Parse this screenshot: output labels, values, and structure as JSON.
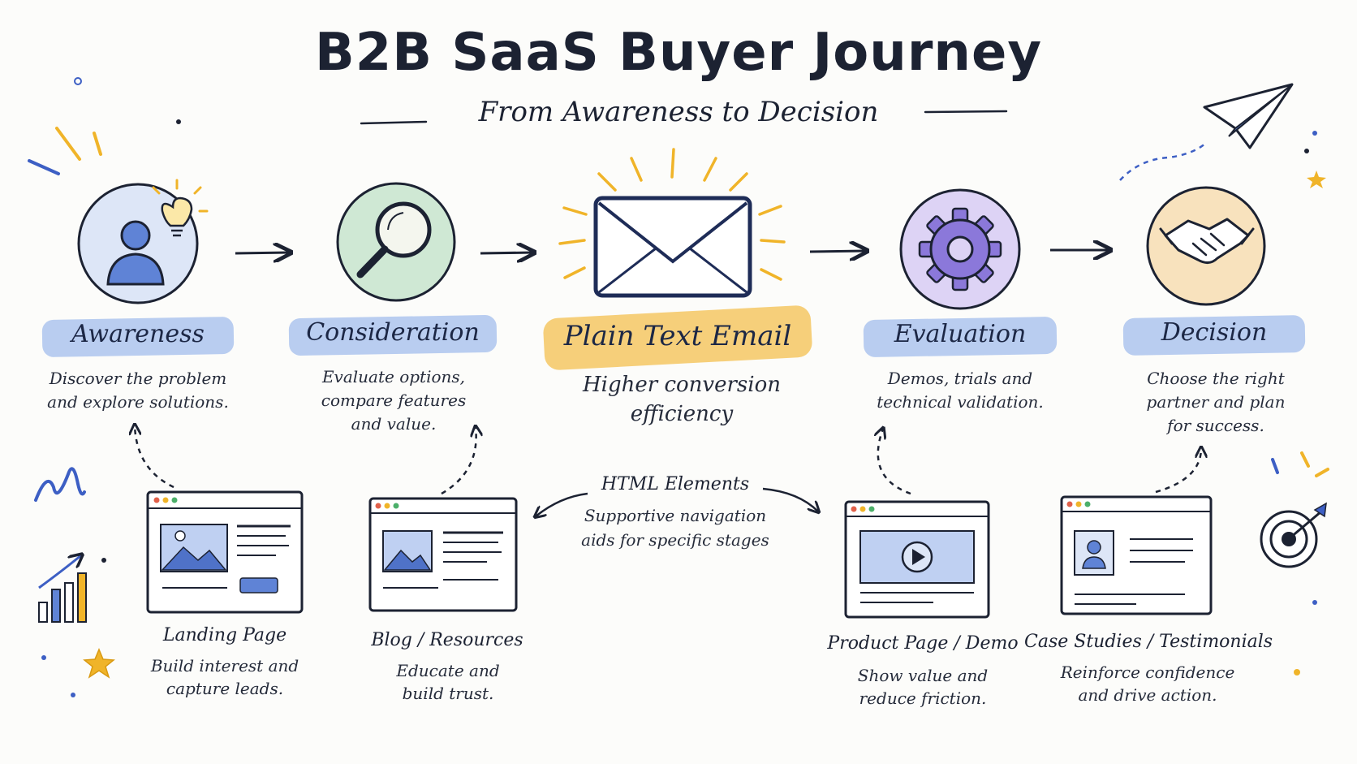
{
  "title": "B2B SaaS Buyer Journey",
  "subtitle": "From Awareness to Decision",
  "stages": [
    {
      "label": "Awareness",
      "desc": "Discover the problem and explore solutions."
    },
    {
      "label": "Consideration",
      "desc": "Evaluate options, compare features and value."
    },
    {
      "label": "Plain Text Email",
      "desc": "Higher conversion efficiency"
    },
    {
      "label": "Evaluation",
      "desc": "Demos, trials and technical validation."
    },
    {
      "label": "Decision",
      "desc": "Choose the right partner and plan for success."
    }
  ],
  "html_note": {
    "title": "HTML Elements",
    "desc": "Supportive navigation aids for specific stages"
  },
  "pages": [
    {
      "title": "Landing Page",
      "desc": "Build interest and capture leads."
    },
    {
      "title": "Blog / Resources",
      "desc": "Educate and build trust."
    },
    {
      "title": "Product Page / Demo",
      "desc": "Show value and reduce friction."
    },
    {
      "title": "Case Studies / Testimonials",
      "desc": "Reinforce confidence and drive action."
    }
  ],
  "colors": {
    "ink": "#1c2232",
    "blue_highlight": "#b9cdf0",
    "orange_highlight": "#f6cf7a",
    "awareness_fill": "#dde6f7",
    "consideration_fill": "#cfe8d4",
    "evaluation_fill": "#ddd3f5",
    "decision_fill": "#f8e2bd",
    "accent_blue": "#3d5fc4",
    "accent_orange": "#f0b429"
  }
}
